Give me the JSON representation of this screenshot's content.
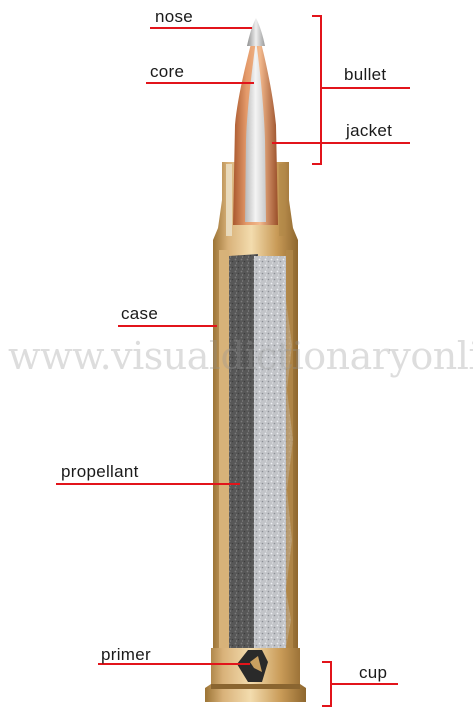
{
  "labels": {
    "nose": "nose",
    "core": "core",
    "bullet": "bullet",
    "jacket": "jacket",
    "case": "case",
    "propellant": "propellant",
    "primer": "primer",
    "cup": "cup"
  },
  "watermark": "www.visualdictionaryonline.com",
  "colors": {
    "leader_line": "#e2141b",
    "brass": "#c9a060",
    "copper": "#d1825a",
    "propellant_dark": "#5a5a5a",
    "propellant_light": "#c4c4c4"
  }
}
